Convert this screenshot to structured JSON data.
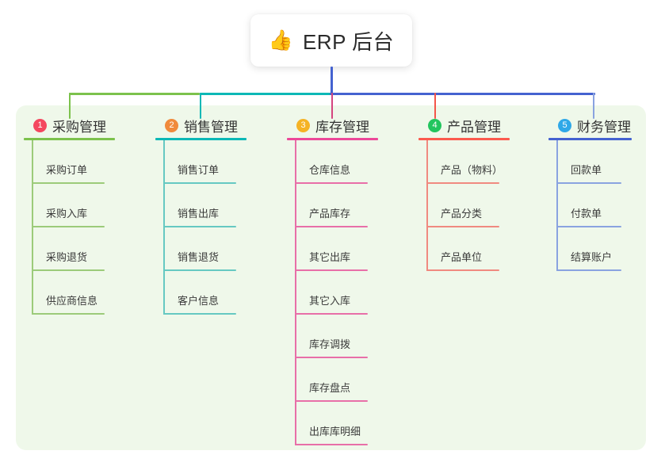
{
  "root": {
    "icon": "thumbs-up-icon",
    "icon_glyph": "👍",
    "title": "ERP 后台"
  },
  "palette": {
    "panel_bg": "#eff8ea",
    "bus_left": "#7cc24c",
    "bus_mid": "#0cb8b6",
    "bus_right": "#4462d0",
    "root_stem": "#4462d0"
  },
  "columns": [
    {
      "index": "1",
      "title": "采购管理",
      "badge_color": "#f4475f",
      "line_color": "#7cc24c",
      "leaf_color": "#9ccb7a",
      "drop_color": "#7cc24c",
      "items": [
        "采购订单",
        "采购入库",
        "采购退货",
        "供应商信息"
      ]
    },
    {
      "index": "2",
      "title": "销售管理",
      "badge_color": "#f08a3c",
      "line_color": "#0cb8b6",
      "leaf_color": "#66c9c2",
      "drop_color": "#0cb8b6",
      "items": [
        "销售订单",
        "销售出库",
        "销售退货",
        "客户信息"
      ]
    },
    {
      "index": "3",
      "title": "库存管理",
      "badge_color": "#f5b битва",
      "badge_color_fix": "#f5b325",
      "line_color": "#ec4899",
      "leaf_color": "#e86fa8",
      "drop_color": "#d4457f",
      "items": [
        "仓库信息",
        "产品库存",
        "其它出库",
        "其它入库",
        "库存调拨",
        "库存盘点",
        "出库库明细"
      ]
    },
    {
      "index": "4",
      "title": "产品管理",
      "badge_color": "#22c55e",
      "line_color": "#fb5a4e",
      "leaf_color": "#f08a80",
      "drop_color": "#f4554a",
      "items": [
        "产品（物料）",
        "产品分类",
        "产品单位"
      ]
    },
    {
      "index": "5",
      "title": "财务管理",
      "badge_color": "#2fa8e8",
      "line_color": "#4462d0",
      "leaf_color": "#8aa3e0",
      "drop_color": "#8aa3e0",
      "items": [
        "回款单",
        "付款单",
        "结算账户"
      ]
    }
  ]
}
